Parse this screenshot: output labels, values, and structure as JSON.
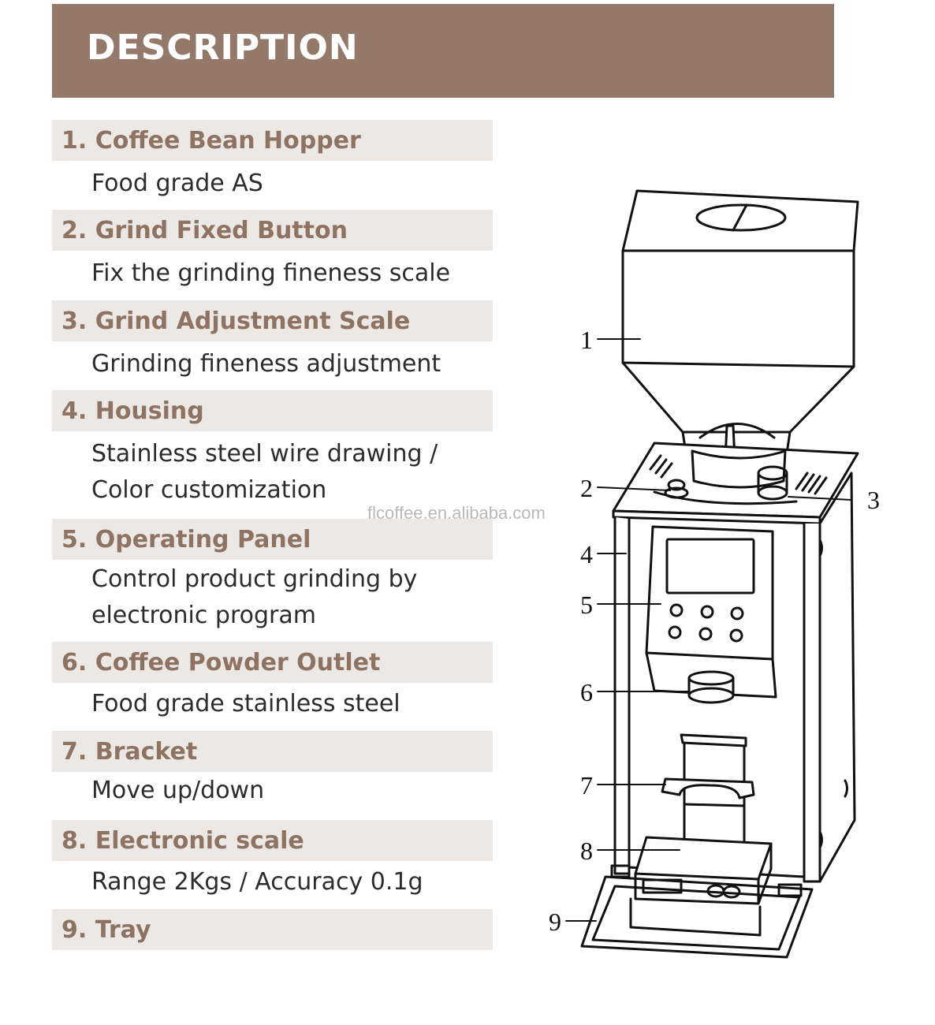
{
  "header": {
    "title": "DESCRIPTION"
  },
  "items": [
    {
      "title": "1. Coffee Bean Hopper",
      "desc": [
        "Food grade AS"
      ]
    },
    {
      "title": "2. Grind Fixed Button",
      "desc": [
        "Fix the grinding fineness scale"
      ]
    },
    {
      "title": "3. Grind Adjustment Scale",
      "desc": [
        "Grinding fineness adjustment"
      ]
    },
    {
      "title": "4. Housing",
      "desc": [
        "Stainless steel wire drawing /",
        "Color customization"
      ]
    },
    {
      "title": "5. Operating Panel",
      "desc": [
        "Control product grinding by",
        "electronic program"
      ]
    },
    {
      "title": "6. Coffee Powder Outlet",
      "desc": [
        "Food grade stainless steel"
      ]
    },
    {
      "title": "7. Bracket",
      "desc": [
        "Move up/down"
      ]
    },
    {
      "title": "8. Electronic scale",
      "desc": [
        "Range 2Kgs / Accuracy 0.1g"
      ]
    },
    {
      "title": "9. Tray",
      "desc": []
    }
  ],
  "watermark": "flcoffee.en.alibaba.com",
  "callouts": [
    "1",
    "2",
    "3",
    "4",
    "5",
    "6",
    "7",
    "8",
    "9"
  ]
}
